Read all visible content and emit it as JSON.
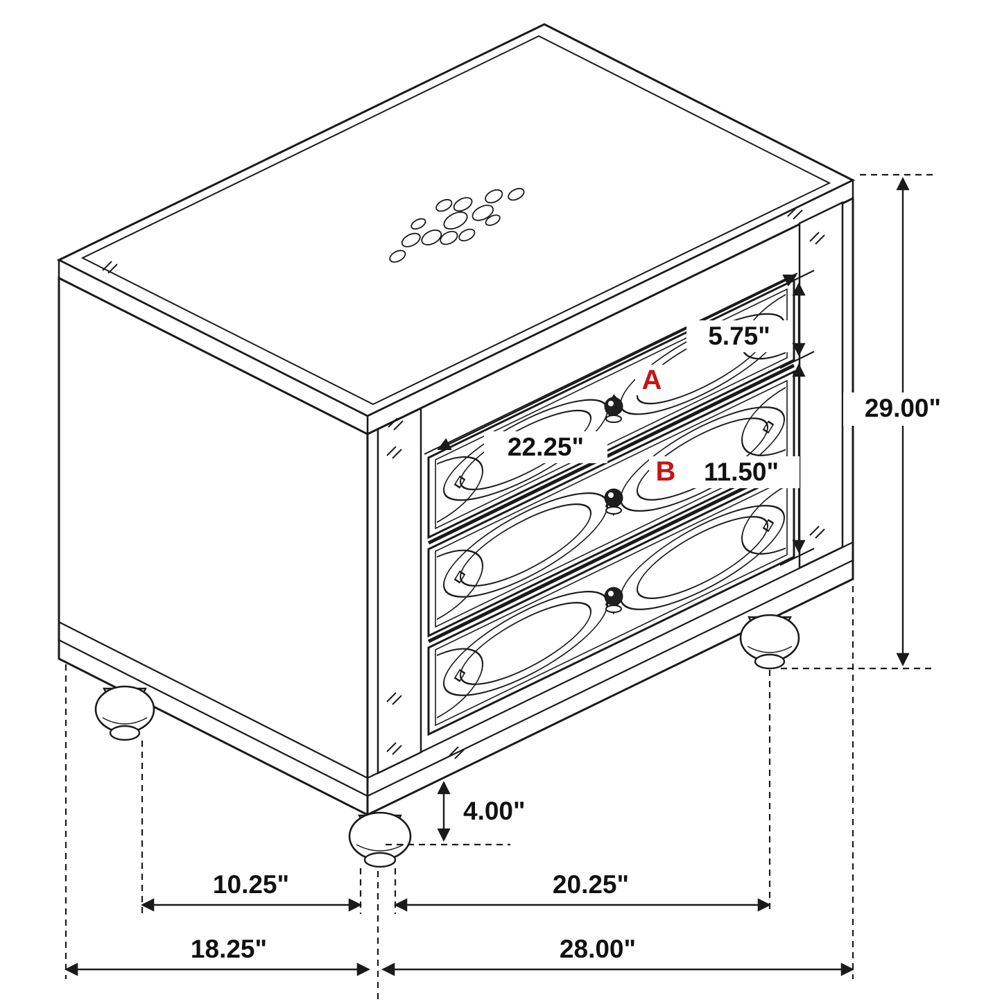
{
  "diagram": {
    "kind": "furniture dimension drawing",
    "drawer_labels": {
      "a": "A",
      "b": "B"
    },
    "dimensions": {
      "top_drawer_height": "5.75\"",
      "overall_height": "29.00\"",
      "drawer_width": "22.25\"",
      "lower_drawers_height": "11.50\"",
      "leg_height": "4.00\"",
      "leg_spacing_depth": "10.25\"",
      "leg_spacing_width": "20.25\"",
      "overall_depth": "18.25\"",
      "overall_width": "28.00\""
    },
    "colors": {
      "line": "#1a1a1a",
      "dimension_text": "#111111",
      "drawer_letter": "#c81414",
      "background": "#ffffff"
    }
  }
}
